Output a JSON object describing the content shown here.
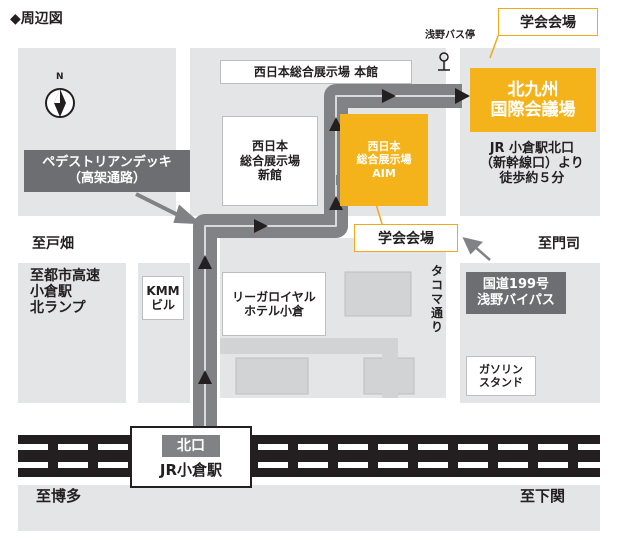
{
  "title": "◆周辺図",
  "compass": {
    "label": "N"
  },
  "bus_stop": {
    "label": "浅野バス停"
  },
  "badges": {
    "top": "学会会場",
    "mid": "学会会場"
  },
  "venues": {
    "hall_main": "西日本総合展示場 本館",
    "hall_new": [
      "西日本",
      "総合展示場",
      "新館"
    ],
    "aim": [
      "西日本",
      "総合展示場",
      "AIM"
    ],
    "kokusai": [
      "北九州",
      "国際会議場"
    ]
  },
  "pedestrian_deck": [
    "ペデストリアンデッキ",
    "（高架通路）"
  ],
  "walk_note": [
    "JR 小倉駅北口",
    "（新幹線口）より",
    "徒歩約５分"
  ],
  "directions": {
    "tobata": "至戸畑",
    "monji": "至門司",
    "hakata": "至博多",
    "shimonoseki": "至下関",
    "expressway": [
      "至都市高速",
      "小倉駅",
      "北ランプ"
    ]
  },
  "buildings": {
    "kmm": [
      "KMM",
      "ビル"
    ],
    "rihga": [
      "リーガロイヤル",
      "ホテル小倉"
    ],
    "gas": [
      "ガソリン",
      "スタンド"
    ]
  },
  "road_label": [
    "タ",
    "コ",
    "マ",
    "通",
    "り"
  ],
  "bypass": [
    "国道199号",
    "浅野バイパス"
  ],
  "station": {
    "exit": "北口",
    "name": "JR小倉駅"
  },
  "colors": {
    "block": "#e4e5e6",
    "building": "#d2d3d4",
    "venue": "#f5b31b",
    "route": "#808285",
    "dark_label": "#6d6e71",
    "rail": "#231f20"
  }
}
